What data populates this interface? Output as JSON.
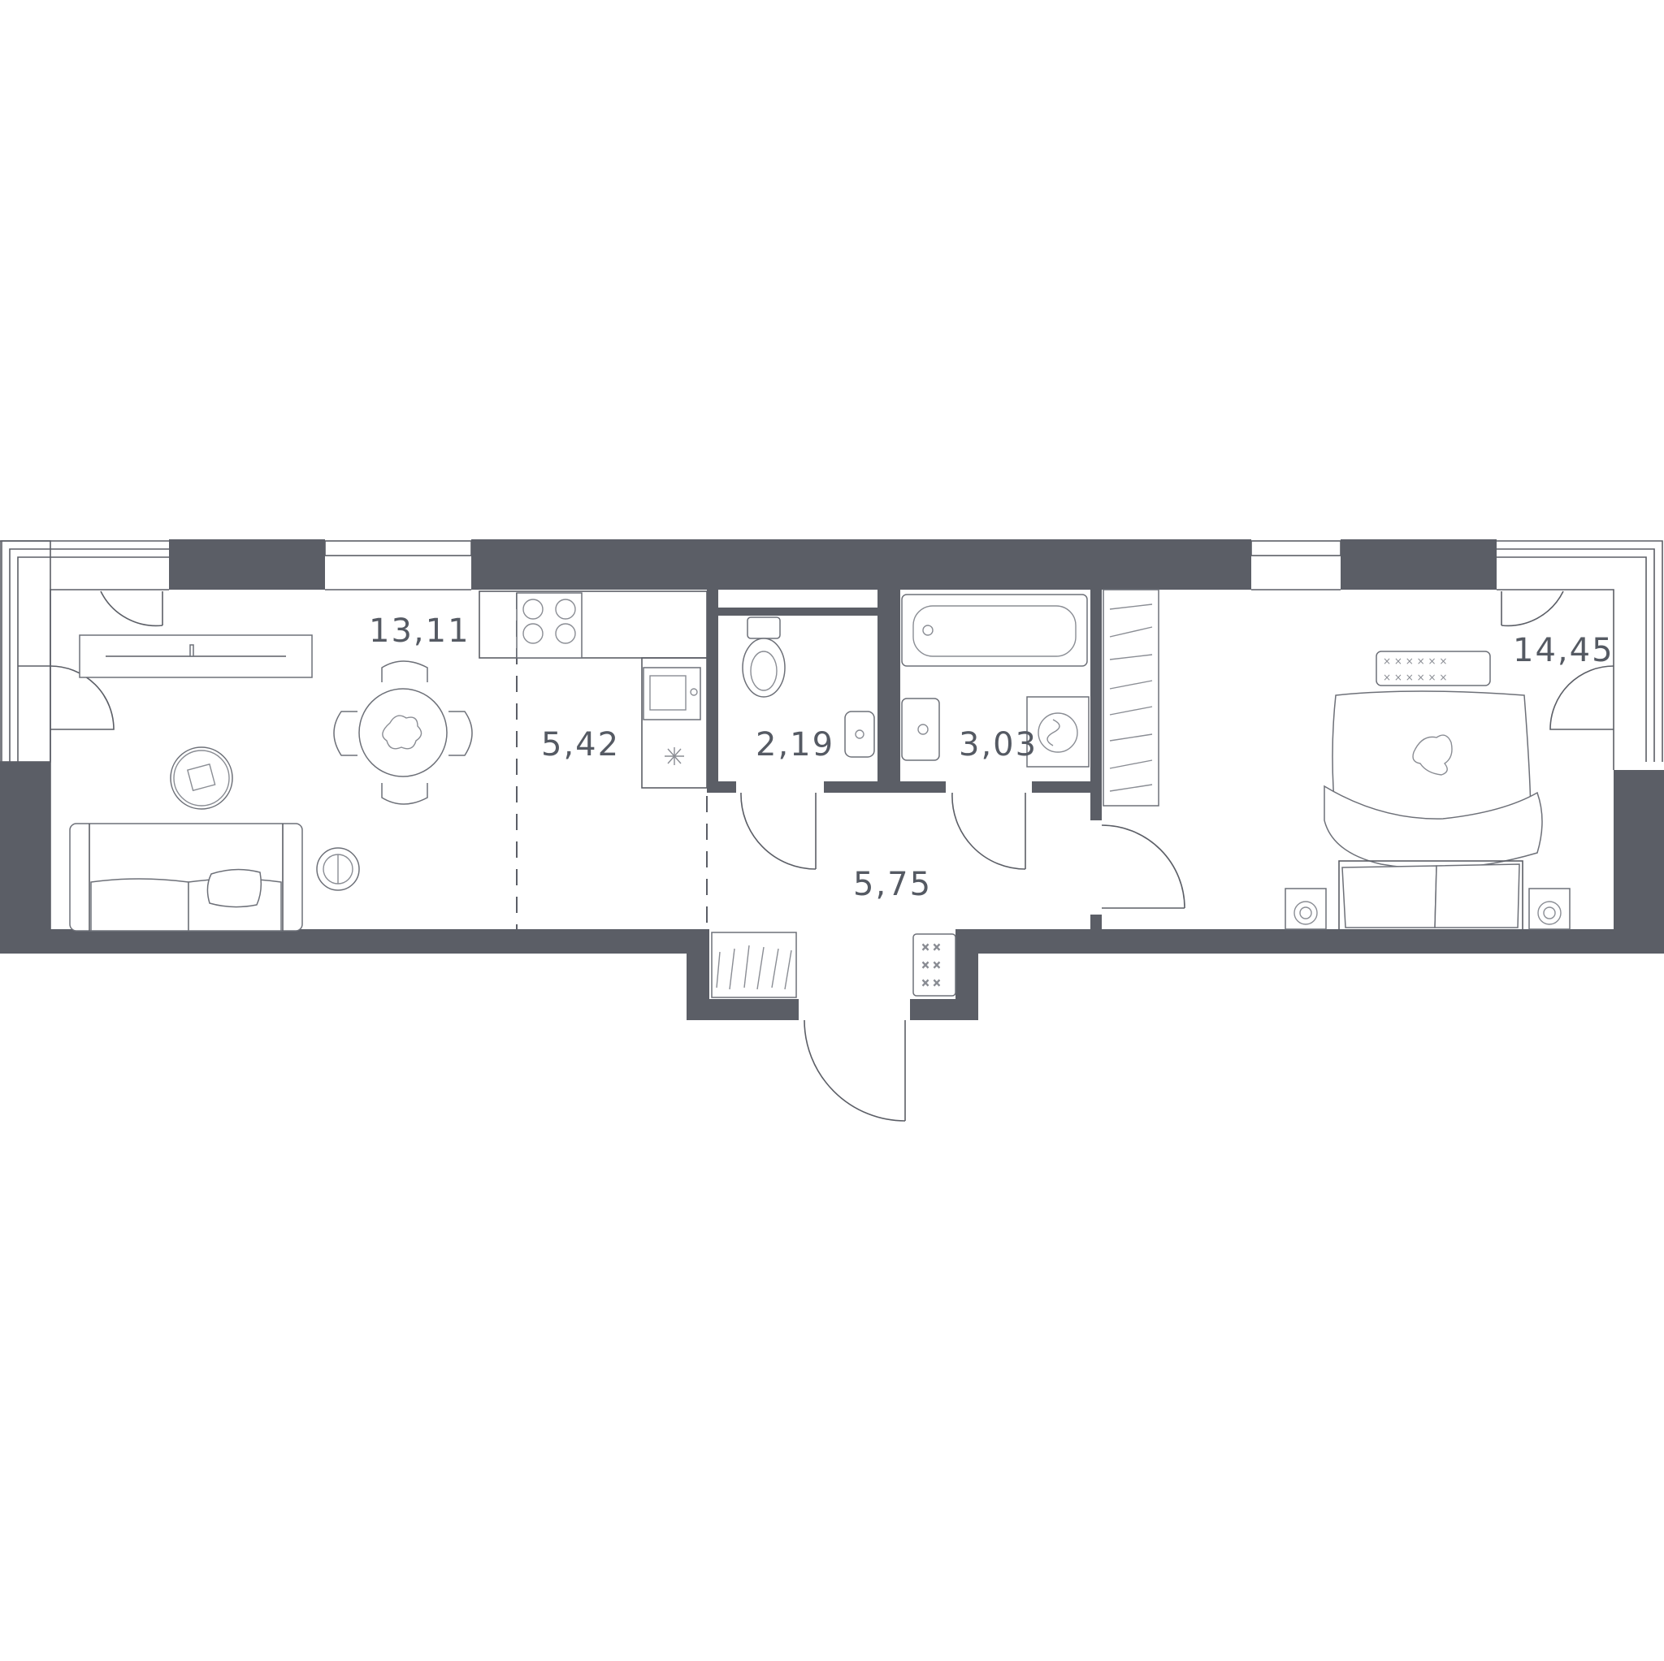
{
  "plan": {
    "accent_color": "#5b5e66",
    "background_color": "#ffffff",
    "rooms": [
      {
        "id": "living",
        "area": "13,11"
      },
      {
        "id": "kitchen",
        "area": "5,42"
      },
      {
        "id": "wc",
        "area": "2,19"
      },
      {
        "id": "bathroom",
        "area": "3,03"
      },
      {
        "id": "hallway",
        "area": "5,75"
      },
      {
        "id": "bedroom",
        "area": "14,45"
      }
    ],
    "icons": [
      "stove-icon",
      "sink-icon",
      "toilet-icon",
      "bathtub-icon",
      "washing-machine-icon",
      "table-icon",
      "chair-icon",
      "sofa-icon",
      "bed-icon",
      "pillow-icon",
      "armchair-icon",
      "plant-icon",
      "wardrobe-icon",
      "shoe-rack-icon"
    ]
  }
}
